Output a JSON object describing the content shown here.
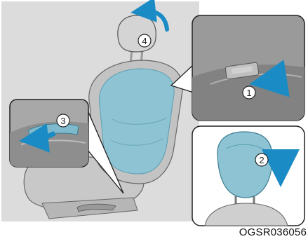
{
  "figure": {
    "reference_code": "OGSR036056",
    "steps": [
      {
        "number": "1",
        "meaning": "press-release-button"
      },
      {
        "number": "2",
        "meaning": "push-headrest-down"
      },
      {
        "number": "3",
        "meaning": "pull-recline-lever"
      },
      {
        "number": "4",
        "meaning": "tilt-headrest-forward"
      }
    ],
    "colors": {
      "background": "#ffffff",
      "panel": "#dcdcdc",
      "seat": "#c6c6c6",
      "highlight": "#8dc3d3",
      "arrow": "#1a8bc4",
      "outline": "#222222"
    }
  }
}
